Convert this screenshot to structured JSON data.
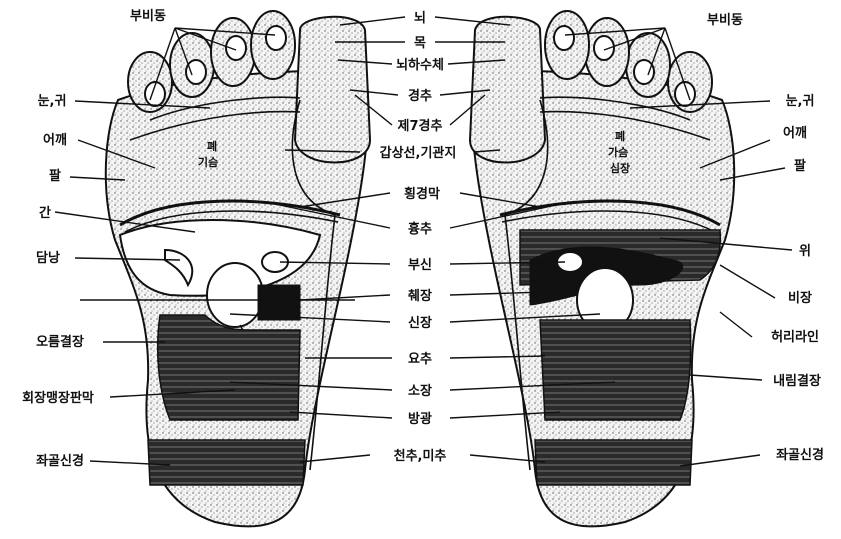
{
  "labels_center": {
    "head": "뇌",
    "neck": "목",
    "pituitary": "뇌하수체",
    "cervical_spine": "경추",
    "seventh_cervical": "제7경추",
    "thyroid_bronchi": "갑상선,기관지",
    "diaphragm": "횡경막",
    "thoracic_spine": "흉추",
    "adrenal": "부신",
    "pancreas": "췌장",
    "kidney": "신장",
    "lumbar_spine": "요추",
    "small_intestine": "소장",
    "bladder": "방광",
    "sacrum_coccyx": "천추,미추"
  },
  "labels_left": {
    "sinus": "부비동",
    "eye_ear": "눈,귀",
    "shoulder": "어깨",
    "arm": "팔",
    "liver": "간",
    "gallbladder": "담낭",
    "ascending_colon": "오름결장",
    "ileocecal_valve": "회장맹장판막",
    "sciatic_nerve": "좌골신경"
  },
  "labels_right": {
    "sinus": "부비동",
    "eye_ear": "눈,귀",
    "shoulder": "어깨",
    "arm": "팔",
    "stomach": "위",
    "spleen": "비장",
    "waistline": "허리라인",
    "descending_colon": "내림결장",
    "sciatic_nerve": "좌골신경"
  },
  "inside_labels": {
    "left_lung": "폐\n기슴",
    "right_lung_heart": "폐\n가슴\n심장"
  },
  "colors": {
    "ink": "#111111",
    "paper": "#ffffff"
  }
}
